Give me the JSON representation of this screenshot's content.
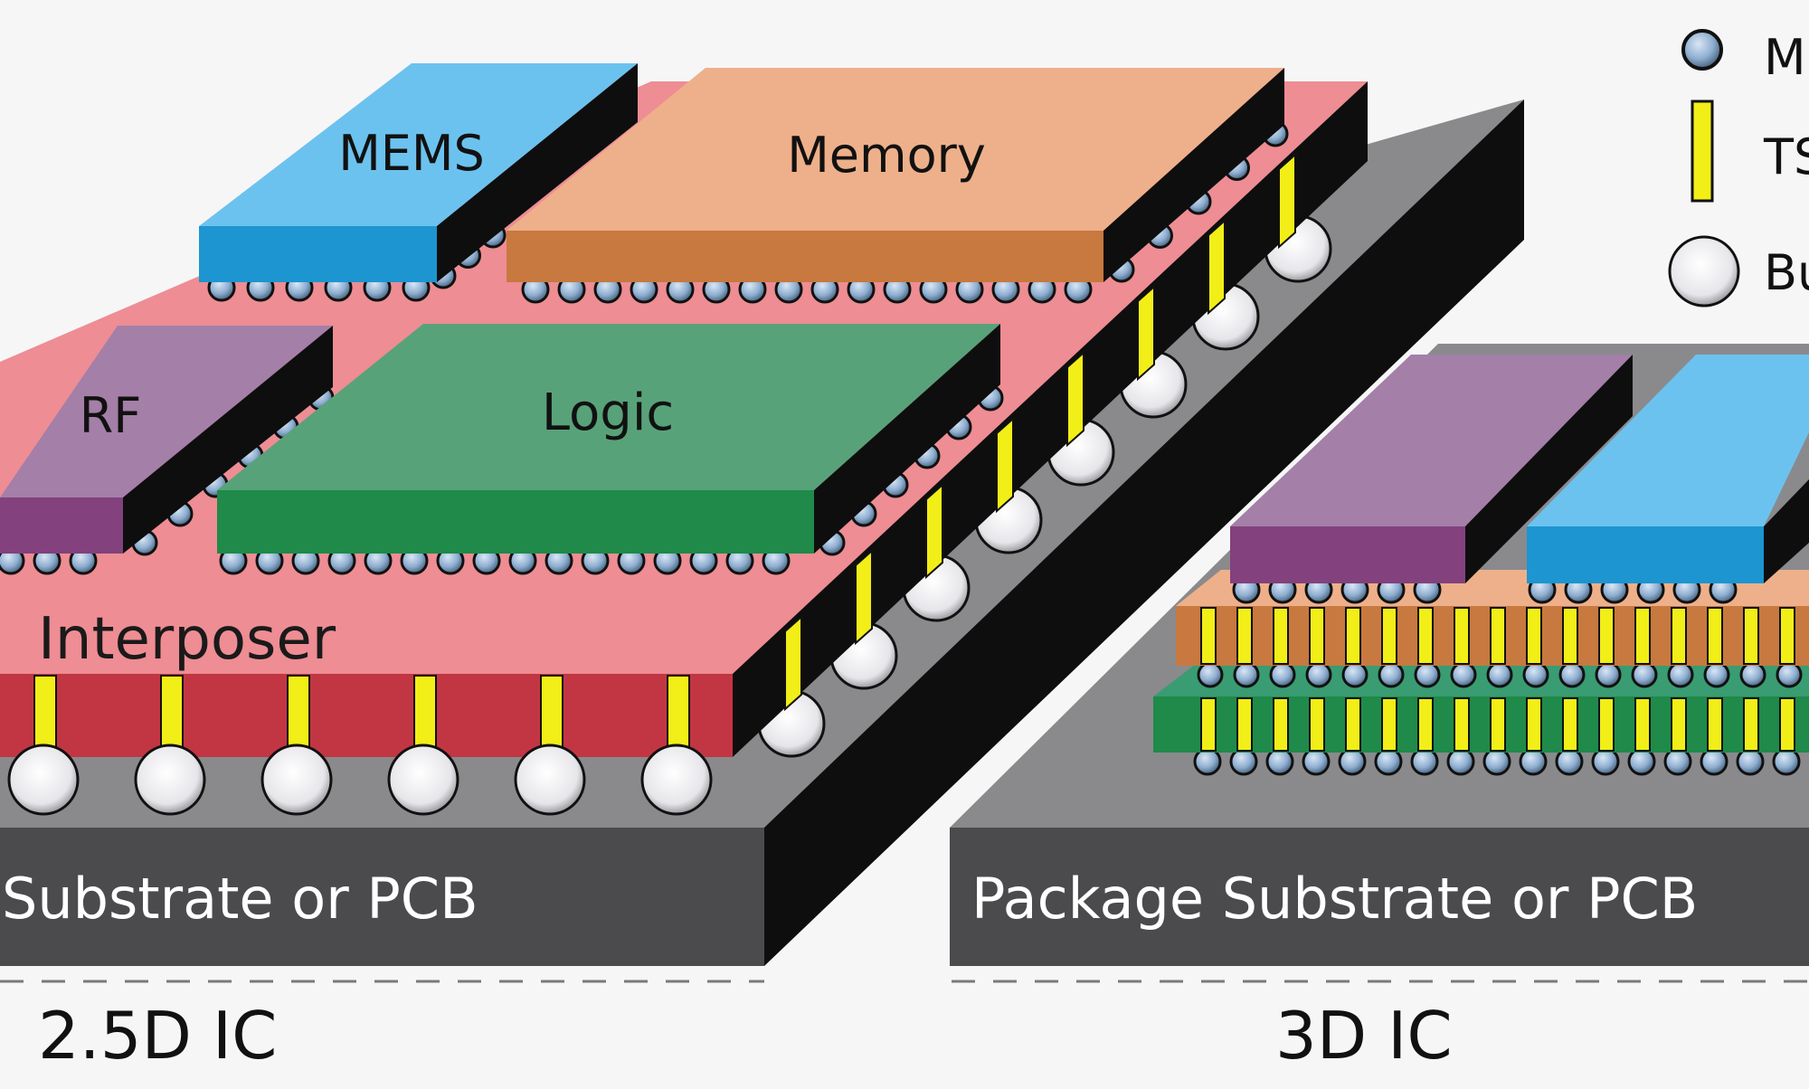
{
  "labels": {
    "mems": "MEMS",
    "memory": "Memory",
    "rf": "RF",
    "logic": "Logic",
    "interposer": "Interposer",
    "substrate_left": "Substrate or PCB",
    "substrate_right": "Package Substrate or PCB",
    "caption_left": "2.5D IC",
    "caption_right": "3D IC"
  },
  "legend": [
    {
      "label": "M",
      "icon": "microbump-icon"
    },
    {
      "label": "TS",
      "icon": "tsv-icon"
    },
    {
      "label": "Bu",
      "icon": "bump-icon"
    }
  ],
  "colors": {
    "background": "#f6f6f7",
    "substrate_side": "#4b4b4d",
    "substrate_top": "#8a8a8c",
    "black_side": "#0e0e0e",
    "interposer_top": "#ee8d93",
    "interposer_side": "#c23644",
    "mems_top": "#6cc2ee",
    "mems_side": "#1c95d1",
    "memory_top": "#eeb08a",
    "memory_side": "#c7793f",
    "rf_top": "#a47fa8",
    "rf_side": "#83417d",
    "logic_top": "#58a27a",
    "logic_side": "#1f8a49",
    "tsv": "#f2ee17",
    "microbump": "#8eaed0",
    "bump": "#ffffff"
  }
}
